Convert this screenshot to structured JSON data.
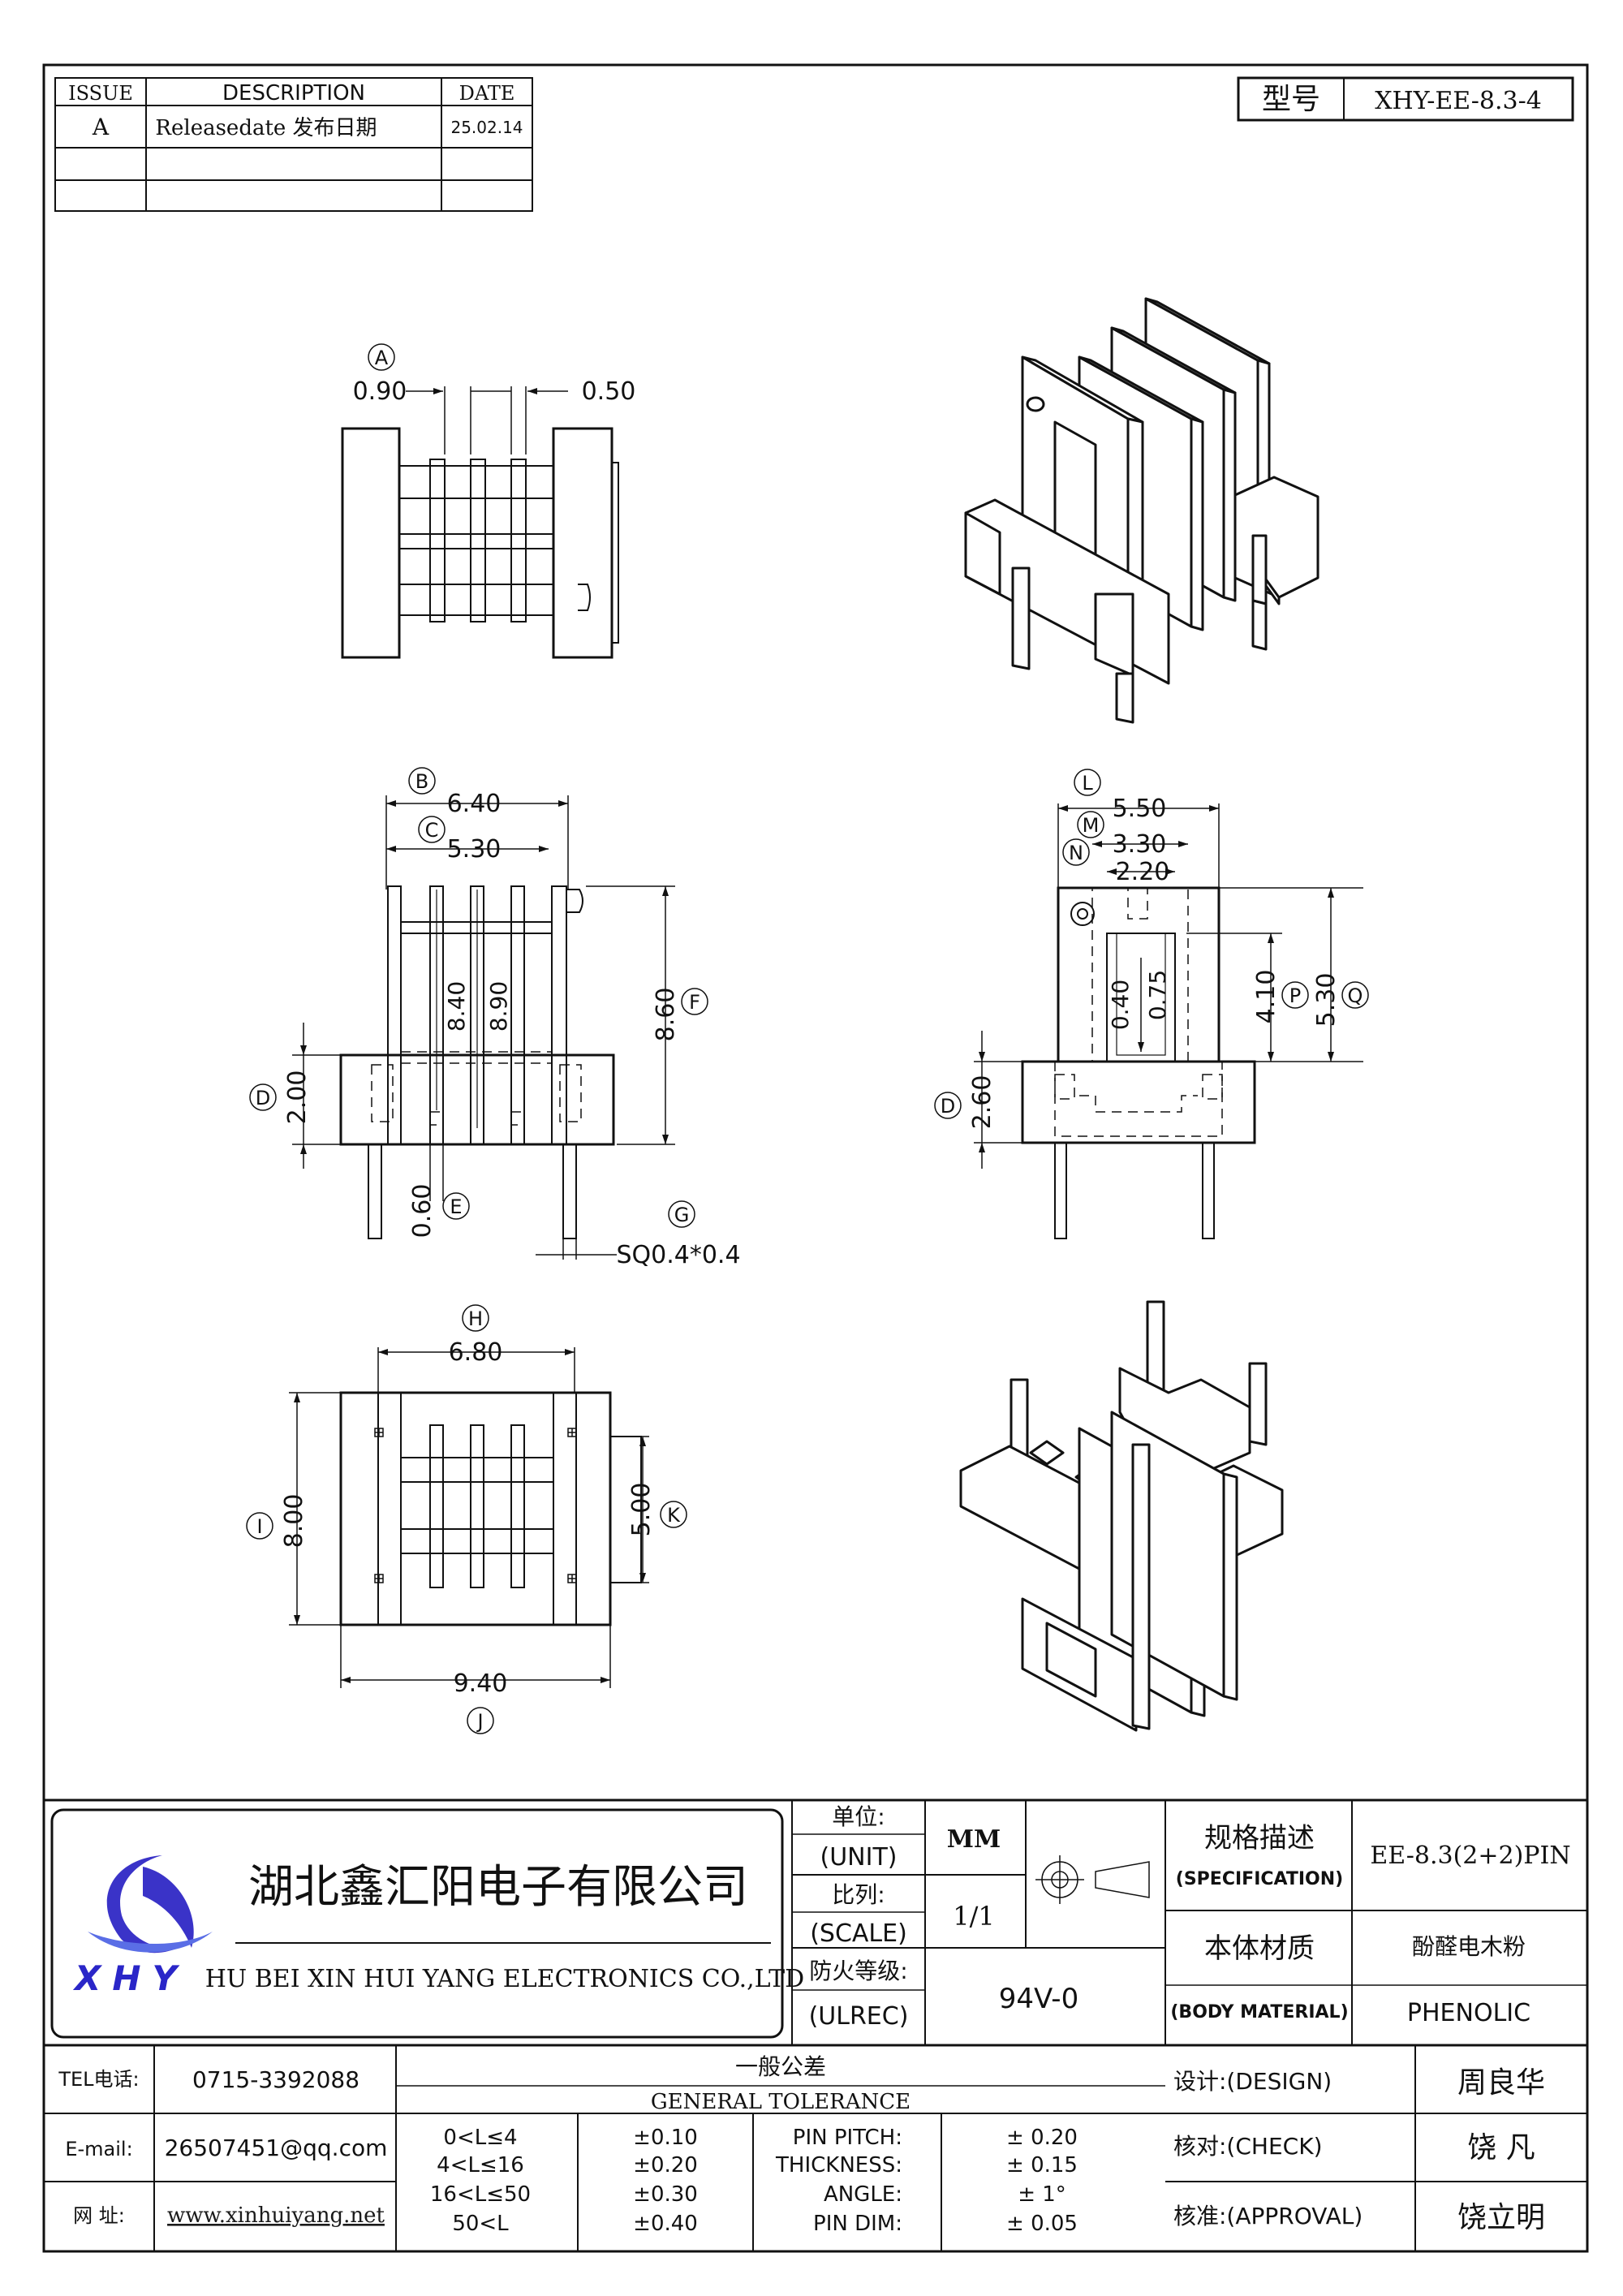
{
  "revision_table": {
    "headers": {
      "issue": "ISSUE",
      "description": "DESCRIPTION",
      "date": "DATE"
    },
    "rows": [
      {
        "issue": "A",
        "description": "Releasedate 发布日期",
        "date": "25.02.14"
      }
    ]
  },
  "model": {
    "label": "型号",
    "value": "XHY-EE-8.3-4"
  },
  "dimensions": {
    "top": {
      "A": "A",
      "a_left": "0.90",
      "a_right": "0.50"
    },
    "front": {
      "B": "B",
      "b": "6.40",
      "C": "C",
      "c": "5.30",
      "inner1": "8.40",
      "inner2": "8.90",
      "F": "F",
      "f": "8.60",
      "D": "D",
      "d": "2.00",
      "E": "E",
      "e": "0.60",
      "G": "G",
      "g": "SQ0.4*0.4"
    },
    "side": {
      "L": "L",
      "l": "5.50",
      "M": "M",
      "m": "3.30",
      "N": "N",
      "n": "2.20",
      "v1": "0.40",
      "v2": "0.75",
      "P": "P",
      "p": "4.10",
      "Q": "Q",
      "q": "5.30",
      "D": "D",
      "d": "2.60"
    },
    "bottom": {
      "H": "H",
      "h": "6.80",
      "I": "I",
      "i": "8.00",
      "K": "K",
      "k": "5.00",
      "J": "J",
      "j": "9.40"
    }
  },
  "title_block": {
    "company_cn": "湖北鑫汇阳电子有限公司",
    "company_en": "HU BEI XIN HUI YANG ELECTRONICS CO.,LTD",
    "logo_text": "XHY",
    "unit_label_cn": "单位:",
    "unit_label_en": "(UNIT)",
    "unit_value": "MM",
    "scale_label_cn": "比列:",
    "scale_label_en": "(SCALE)",
    "scale_value": "1/1",
    "ul_label_cn": "防火等级:",
    "ul_label_en": "(ULREC)",
    "ul_value": "94V-0",
    "spec_label_cn": "规格描述",
    "spec_label_en": "(SPECIFICATION)",
    "spec_value": "EE-8.3(2+2)PIN",
    "material_label_cn": "本体材质",
    "material_label_en": "(BODY MATERIAL)",
    "material_value_cn": "酚醛电木粉",
    "material_value_en": "PHENOLIC",
    "tel_label": "TEL电话:",
    "tel_value": "0715-3392088",
    "email_label": "E-mail:",
    "email_value": "26507451@qq.com",
    "web_label": "网  址:",
    "web_value": "www.xinhuiyang.net",
    "tolerance_cn": "一般公差",
    "tolerance_en": "GENERAL TOLERANCE",
    "tol_rows": [
      {
        "range": "0<L≤4",
        "tol": "±0.10",
        "item": "PIN PITCH:",
        "item_tol": "± 0.20"
      },
      {
        "range": "4<L≤16",
        "tol": "±0.20",
        "item": "THICKNESS:",
        "item_tol": "± 0.15"
      },
      {
        "range": "16<L≤50",
        "tol": "±0.30",
        "item": "ANGLE:",
        "item_tol": "± 1°"
      },
      {
        "range": "50<L",
        "tol": "±0.40",
        "item": "PIN DIM:",
        "item_tol": "± 0.05"
      }
    ],
    "design_label": "设计:(DESIGN)",
    "design_value": "周良华",
    "check_label": "核对:(CHECK)",
    "check_value": "饶  凡",
    "approval_label": "核准:(APPROVAL)",
    "approval_value": "饶立明"
  }
}
